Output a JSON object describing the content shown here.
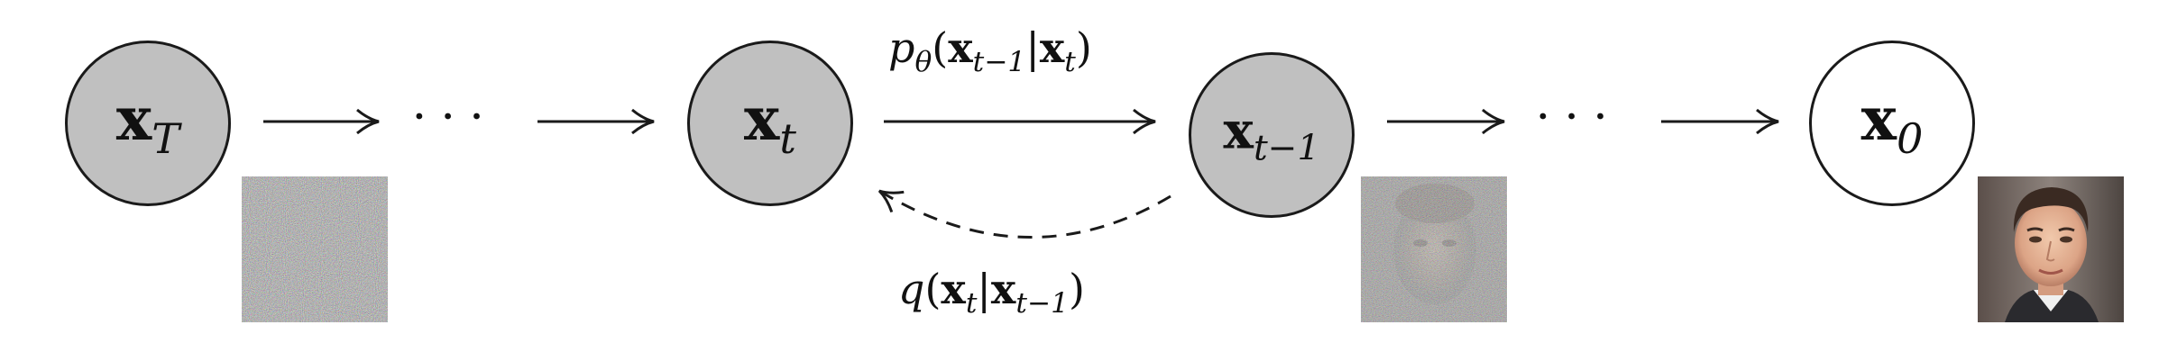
{
  "nodes": {
    "xT": {
      "sym": "x",
      "sub": "T"
    },
    "xt": {
      "sym": "x",
      "sub": "t"
    },
    "xtm1": {
      "sym": "x",
      "sub": "t−1"
    },
    "x0": {
      "sym": "x",
      "sub": "0"
    }
  },
  "ellipsis": "⋅⋅⋅",
  "reverse_label": {
    "p": "p",
    "theta": "θ",
    "open": "(",
    "x": "x",
    "sub_a": "t−1",
    "bar": "|",
    "sub_b": "t",
    "close": ")"
  },
  "forward_label": {
    "q": "q",
    "open": "(",
    "x": "x",
    "sub_a": "t",
    "bar": "|",
    "sub_b": "t−1",
    "close": ")"
  },
  "thumbnails": {
    "noise": "pure noise image",
    "partial": "noisy face image",
    "clean": "face image"
  },
  "colors": {
    "latent_fill": "#c0c0c0",
    "observed_fill": "#ffffff",
    "stroke": "#1a1a1a"
  }
}
